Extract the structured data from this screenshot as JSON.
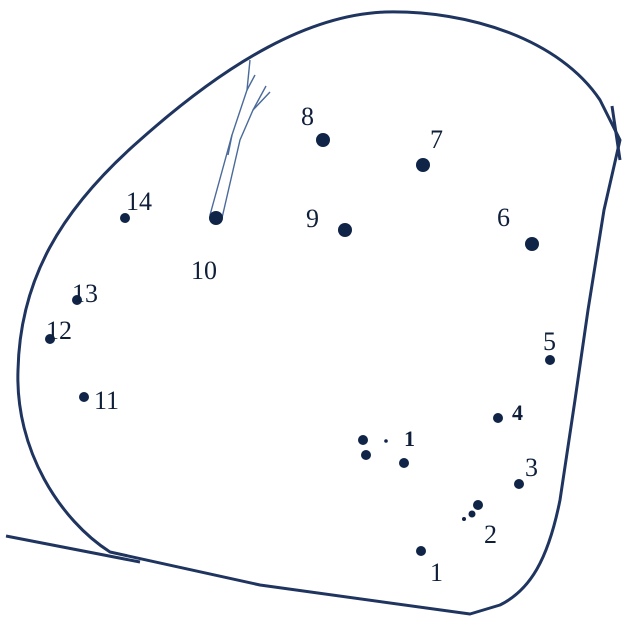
{
  "colors": {
    "outline": "#1f3560",
    "dot": "#0f2447",
    "label": "#0f1f3a",
    "branch": "#4a6a9a"
  },
  "labels": {
    "p1": "1",
    "p2": "2",
    "p3": "3",
    "p4": "4",
    "p5": "5",
    "p6": "6",
    "p7": "7",
    "p8": "8",
    "p9": "9",
    "p10": "10",
    "p11": "11",
    "p12": "12",
    "p13": "13",
    "p14": "14",
    "inner1": "1"
  }
}
